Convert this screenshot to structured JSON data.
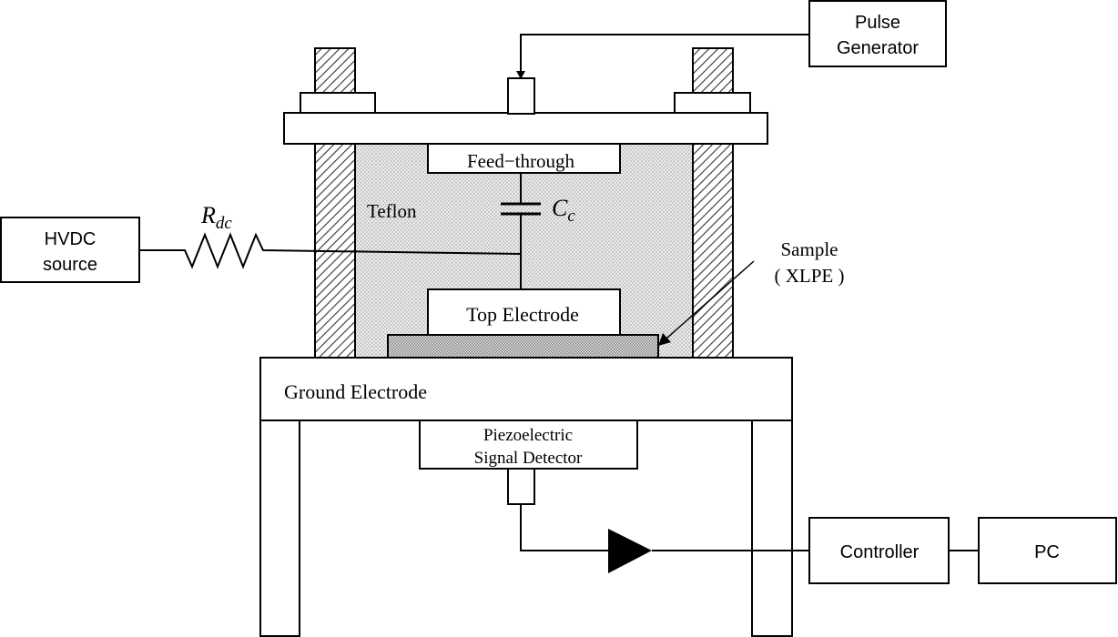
{
  "labels": {
    "pulse_generator": [
      "Pulse",
      "Generator"
    ],
    "feed_through": "Feed−through",
    "teflon": "Teflon",
    "capacitor": {
      "main": "C",
      "sub": "c"
    },
    "resistor": {
      "main": "R",
      "sub": "dc"
    },
    "hvdc_source": [
      "HVDC",
      "source"
    ],
    "sample": [
      "Sample",
      "( XLPE )"
    ],
    "top_electrode": "Top Electrode",
    "ground_electrode": "Ground Electrode",
    "detector": [
      "Piezoelectric",
      "Signal Detector"
    ],
    "controller": "Controller",
    "pc": "PC"
  }
}
